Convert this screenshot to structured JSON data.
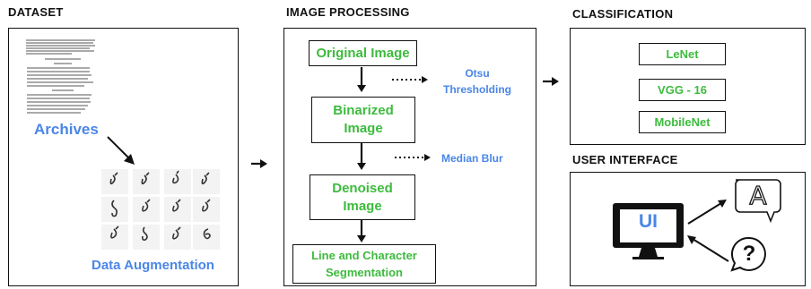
{
  "dataset": {
    "title": "DATASET",
    "archives_label": "Archives",
    "augmentation_label": "Data Augmentation"
  },
  "processing": {
    "title": "IMAGE PROCESSING",
    "original": "Original Image",
    "binarized": "Binarized Image",
    "denoised": "Denoised Image",
    "segmentation": "Line and Character Segmentation",
    "otsu": "Otsu Thresholding",
    "median": "Median Blur"
  },
  "classification": {
    "title": "CLASSIFICATION",
    "models": [
      "LeNet",
      "VGG - 16",
      "MobileNet"
    ]
  },
  "user_interface": {
    "title": "USER INTERFACE",
    "ui_label": "UI",
    "letter": "A",
    "question": "?"
  },
  "colors": {
    "green": "#3dbb3d",
    "blue": "#4a86e8",
    "outline": "#111111"
  }
}
